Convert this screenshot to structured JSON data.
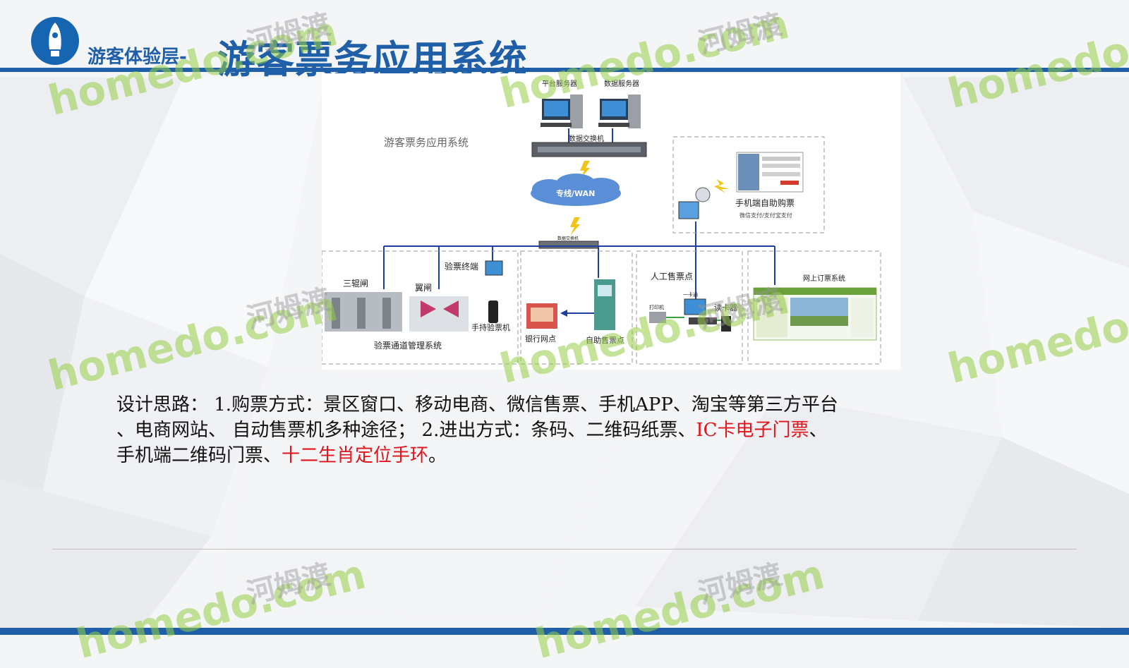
{
  "header": {
    "subtitle": "游客体验层-",
    "title": "游客票务应用系统"
  },
  "diagram": {
    "system_label": "游客票务应用系统",
    "platform_server": "平台服务器",
    "data_server": "数据服务器",
    "data_switch_top": "数据交换机",
    "wan": "专线/WAN",
    "data_switch_mid": "数据交换机",
    "turnstile": "三辊闸",
    "wing_gate": "翼闸",
    "check_terminal": "验票终端",
    "handheld": "手持验票机",
    "gate_mgmt": "验票通道管理系统",
    "bank": "银行网点",
    "self_service": "自助售票点",
    "manual_point": "人工售票点",
    "one_card": "一卡通",
    "printer": "打印机",
    "reader": "读卡器",
    "mobile_purchase": "手机端自助购票",
    "mobile_pay": "微信支付/支付宝支付",
    "online_system": "网上订票系统"
  },
  "body": {
    "line1": "设计思路： 1.购票方式：景区窗口、移动电商、微信售票、手机APP、淘宝等第三方平台",
    "line2_a": "、电商网站、 自动售票机多种途径； 2.进出方式：条码、二维码纸票、",
    "line2_red": "IC卡电子门票",
    "line2_b": "、",
    "line3_a": "手机端二维码门票、",
    "line3_red": "十二生肖定位手环",
    "line3_b": "。"
  },
  "watermark": {
    "brand": "homedo.com",
    "cn": "河姆渡"
  },
  "colors": {
    "brand_blue": "#1f5fa8",
    "emphasis_red": "#e0141b",
    "watermark_green": "#96cd46"
  }
}
